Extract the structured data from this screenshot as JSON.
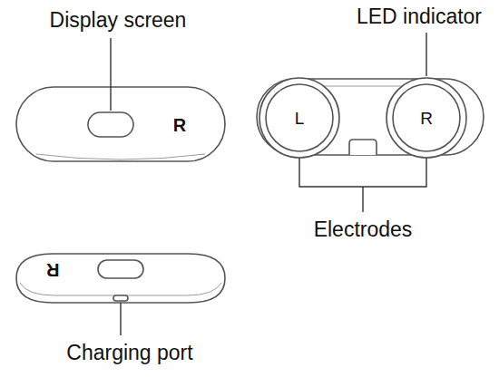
{
  "diagram": {
    "labels": [
      "Display screen",
      "LED indicator",
      "R",
      "L",
      "R",
      "Electrodes",
      "R",
      "Charging port"
    ]
  }
}
